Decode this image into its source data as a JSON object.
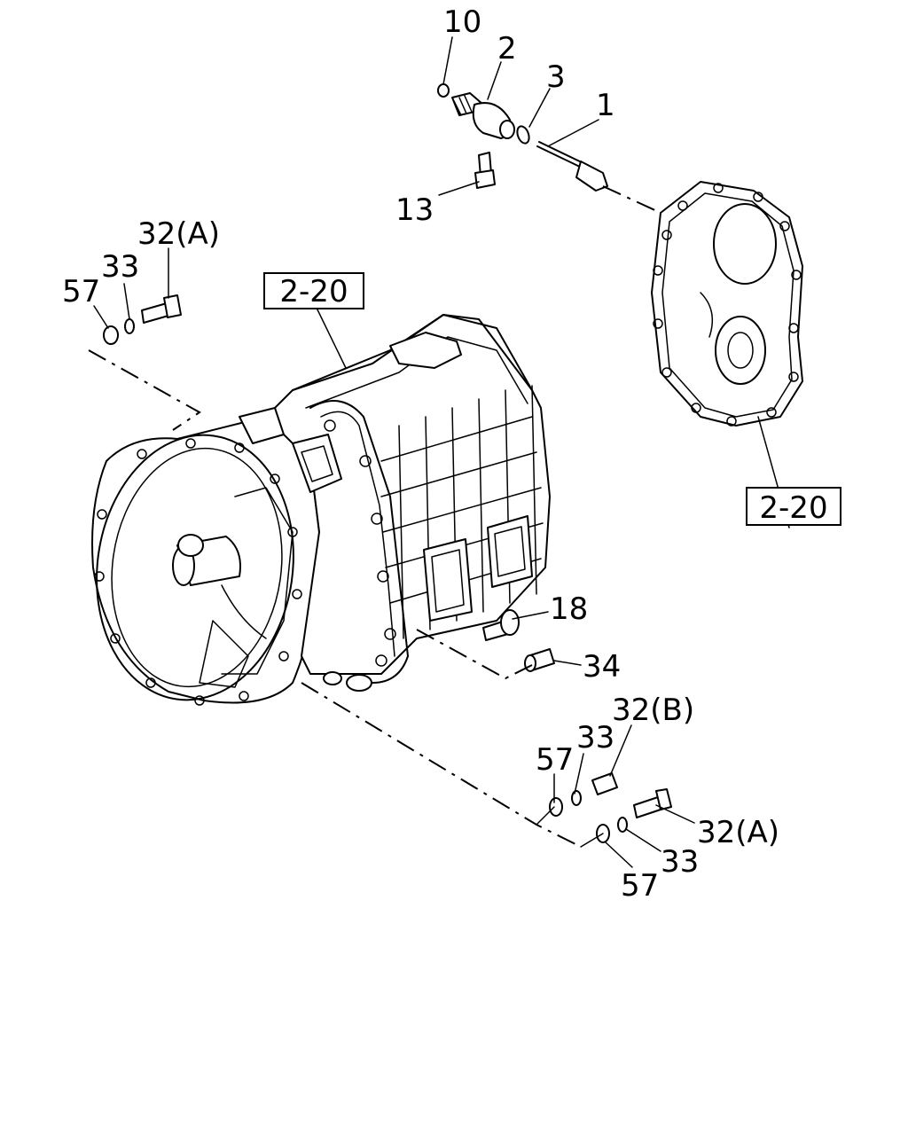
{
  "labels": {
    "p10": "10",
    "p2": "2",
    "p3": "3",
    "p1": "1",
    "p13": "13",
    "p32a_top": "32(A)",
    "p33_top": "33",
    "p57_top": "57",
    "ref_left": "2-20",
    "ref_right": "2-20",
    "p18": "18",
    "p34": "34",
    "p32b": "32(B)",
    "p33_mid": "33",
    "p57_mid": "57",
    "p32a_bot": "32(A)",
    "p33_bot": "33",
    "p57_bot": "57"
  }
}
